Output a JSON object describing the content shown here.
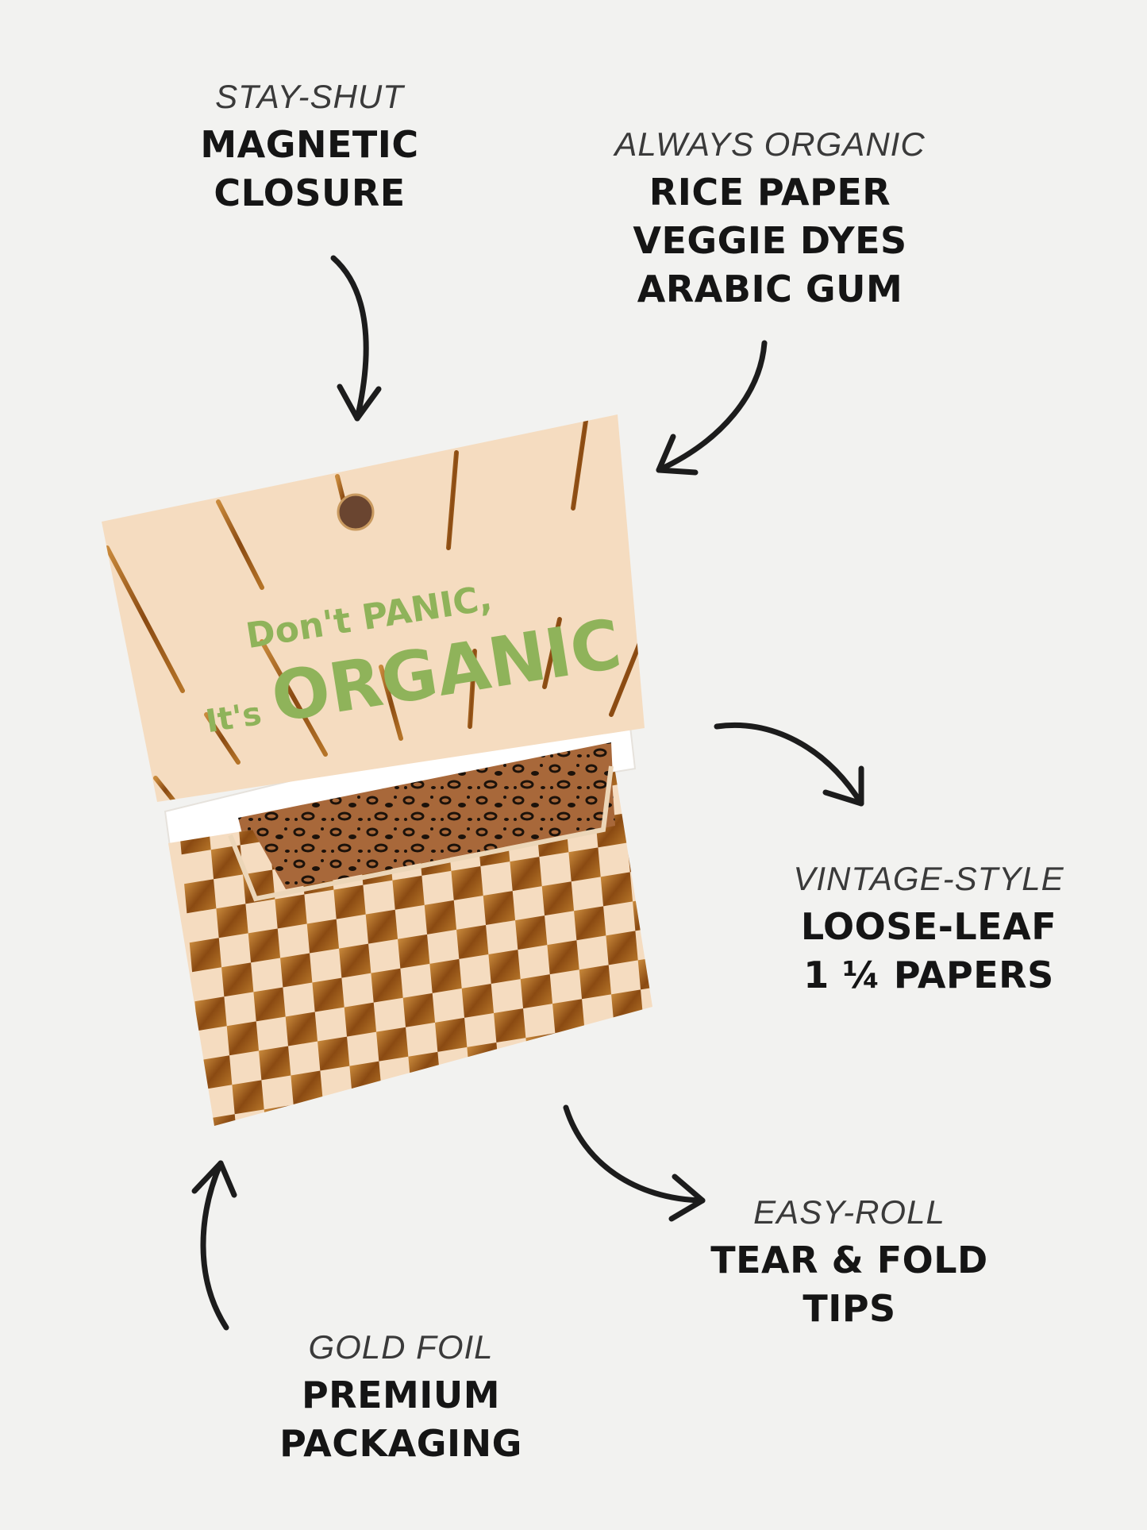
{
  "callouts": {
    "closure": {
      "subtitle": "STAY-SHUT",
      "lines": [
        "MAGNETIC",
        "CLOSURE"
      ]
    },
    "organic": {
      "subtitle": "ALWAYS ORGANIC",
      "lines": [
        "RICE PAPER",
        "VEGGIE DYES",
        "ARABIC GUM"
      ]
    },
    "papers": {
      "subtitle": "VINTAGE-STYLE",
      "lines": [
        "LOOSE-LEAF",
        "1 ¼ PAPERS"
      ]
    },
    "tips": {
      "subtitle": "EASY-ROLL",
      "lines": [
        "TEAR & FOLD",
        "TIPS"
      ]
    },
    "packaging": {
      "subtitle": "GOLD FOIL",
      "lines": [
        "PREMIUM",
        "PACKAGING"
      ]
    }
  },
  "product": {
    "slogan_top": "Don't PANIC,",
    "slogan_prefix": "It's",
    "slogan_main": "ORGANIC"
  },
  "colors": {
    "background": "#f2f2f0",
    "cream": "#f5dcc0",
    "gold": "#9a5a1a",
    "green": "#8fb35a",
    "ink": "#1c1c1c"
  }
}
